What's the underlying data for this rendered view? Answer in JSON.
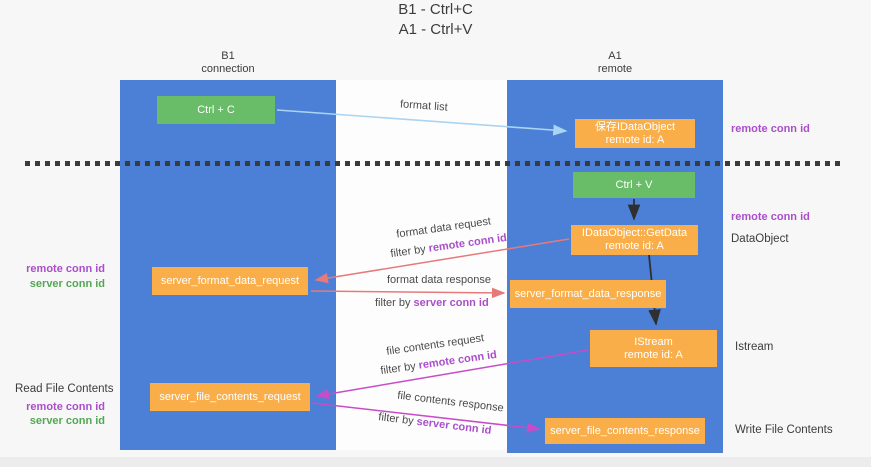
{
  "title": {
    "line1": "B1 - Ctrl+C",
    "line2": "A1 - Ctrl+V"
  },
  "lanes": {
    "left": {
      "name": "B1",
      "subtitle": "connection"
    },
    "right": {
      "name": "A1",
      "subtitle": "remote"
    }
  },
  "nodes": {
    "ctrl_c": "Ctrl + C",
    "save_idataobject": {
      "line1": "保存IDataObject",
      "line2": "remote id: A"
    },
    "ctrl_v": "Ctrl + V",
    "getdata": {
      "line1": "IDataObject::GetData",
      "line2": "remote id: A"
    },
    "server_format_data_request": "server_format_data_request",
    "server_format_data_response": "server_format_data_response",
    "istream": {
      "line1": "IStream",
      "line2": "remote id: A"
    },
    "server_file_contents_request": "server_file_contents_request",
    "server_file_contents_response": "server_file_contents_response"
  },
  "arrow_labels": {
    "format_list": "format list",
    "format_data_request": "format data request",
    "format_data_response": "format data response",
    "file_contents_request": "file contents request",
    "file_contents_response": "file contents response",
    "filter_by": "filter by ",
    "remote_conn_id": "remote conn id",
    "server_conn_id": "server conn id"
  },
  "side_labels": {
    "right_top_remote_conn_id": "remote conn id",
    "right_mid_remote_conn_id": "remote conn id",
    "dataobject": "DataObject",
    "istream": "Istream",
    "write_file_contents": "Write File Contents",
    "left_remote_conn_id": "remote conn id",
    "left_server_conn_id": "server conn id",
    "read_file_contents": "Read File Contents",
    "left2_remote_conn_id": "remote conn id",
    "left2_server_conn_id": "server conn id"
  },
  "colors": {
    "lane_blue": "#4b80d6",
    "node_green": "#6abd68",
    "node_orange": "#f9ae49",
    "accent_purple": "#a94fc9",
    "accent_green": "#54a754",
    "arrow_light_blue": "#a9d4f2",
    "arrow_salmon": "#e8797a",
    "arrow_magenta": "#c84cc8",
    "arrow_black": "#2f2f2f",
    "dashed_line": "#3b3b3b"
  }
}
